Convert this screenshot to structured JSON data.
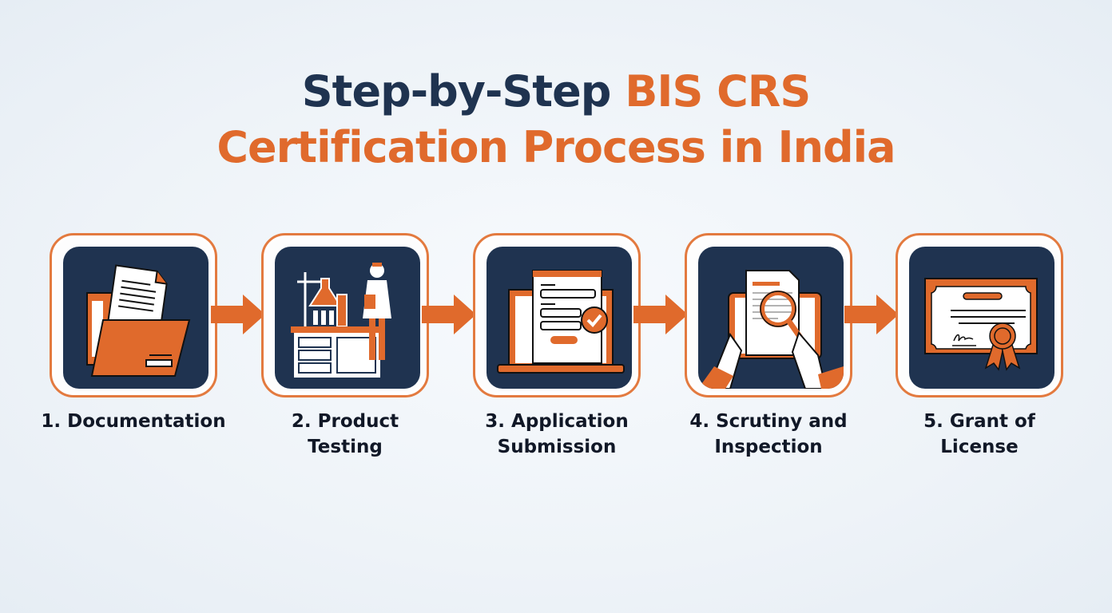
{
  "title": {
    "line1_dark": "Step-by-Step ",
    "line1_orange": "BIS CRS",
    "line2_orange": "Certification Process in India"
  },
  "colors": {
    "navy": "#1f3350",
    "orange": "#e06a2c",
    "frame_orange": "#e37a3f",
    "text": "#111827"
  },
  "steps": [
    {
      "number": "1.",
      "label_line1": "1. Documentation",
      "label_line2": "",
      "icon": "folder-documents-icon"
    },
    {
      "number": "2.",
      "label_line1": "2. Product",
      "label_line2": "Testing",
      "icon": "lab-scientist-icon"
    },
    {
      "number": "3.",
      "label_line1": "3. Application",
      "label_line2": "Submission",
      "icon": "laptop-form-check-icon"
    },
    {
      "number": "4.",
      "label_line1": "4. Scrutiny and",
      "label_line2": "Inspection",
      "icon": "tablet-magnifier-inspection-icon"
    },
    {
      "number": "5.",
      "label_line1": "5. Grant of",
      "label_line2": "License",
      "icon": "certificate-ribbon-icon"
    }
  ]
}
